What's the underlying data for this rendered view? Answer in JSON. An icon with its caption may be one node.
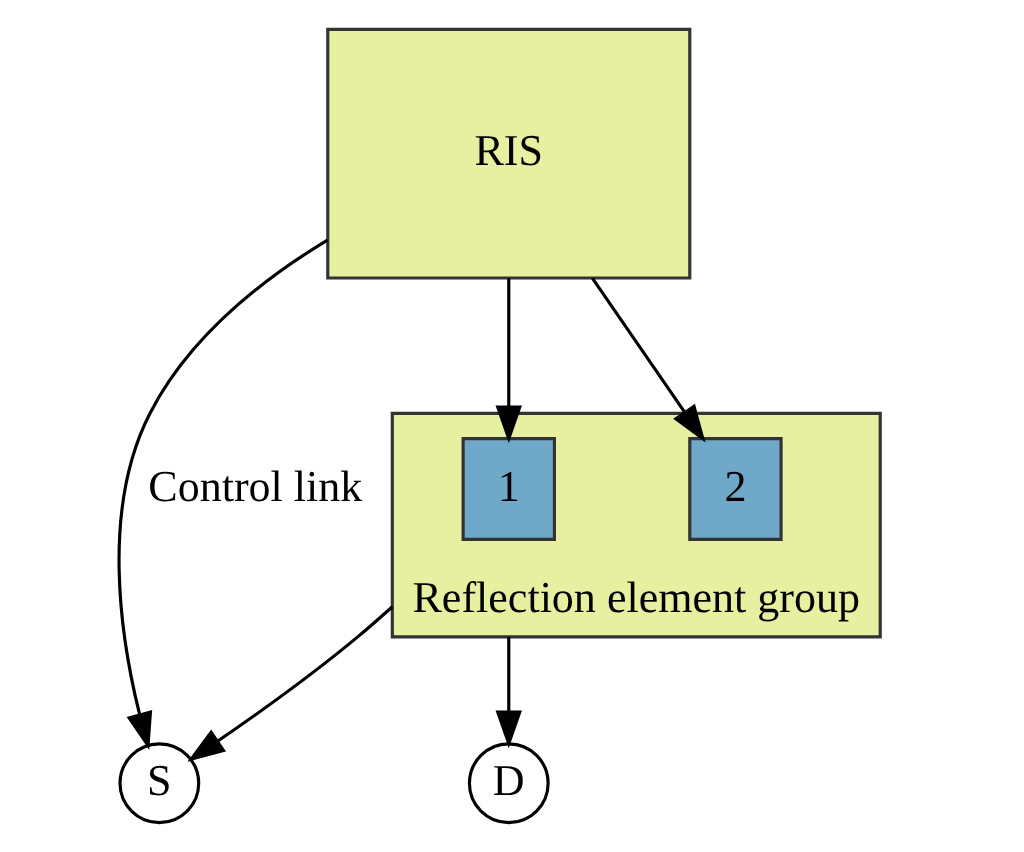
{
  "diagram": {
    "nodes": [
      {
        "text": [
          "RIS"
        ]
      },
      {
        "text": [
          "Reflection element group"
        ]
      },
      {
        "text": [
          "1"
        ],
        "in": 1
      },
      {
        "text": [
          "2"
        ],
        "in": 1
      },
      {
        "text": [
          "S"
        ]
      },
      {
        "text": [
          "D"
        ]
      }
    ],
    "edges": [
      {
        "from": 0,
        "to": 4,
        "arrow": "to",
        "label": "Control link"
      },
      {
        "from": 0,
        "to": 2,
        "arrow": "to"
      },
      {
        "from": 0,
        "to": 3,
        "arrow": "to"
      },
      {
        "from": 1,
        "to": 4,
        "arrow": "to"
      },
      {
        "from": 1,
        "to": 5,
        "arrow": "to"
      }
    ]
  }
}
